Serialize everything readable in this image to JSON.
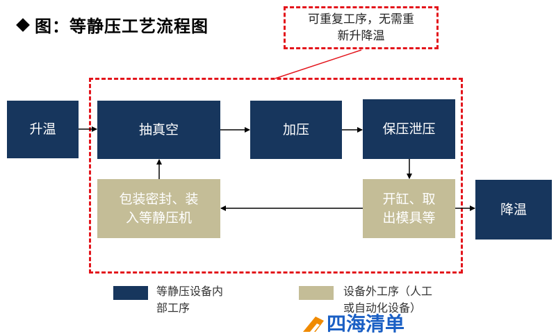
{
  "title": "图：等静压工艺流程图",
  "title_icon": "diamond-bullet-icon",
  "callout": {
    "text_line1": "可重复工序，无需重",
    "text_line2": "新升降温"
  },
  "nodes": {
    "heat_up": "升温",
    "vacuum": "抽真空",
    "pressurize": "加压",
    "hold_release": "保压泄压",
    "pack_seal_line1": "包装密封、装",
    "pack_seal_line2": "入等静压机",
    "open_remove_line1": "开缸、取",
    "open_remove_line2": "出模具等",
    "cool_down": "降温"
  },
  "legend": {
    "internal_line1": "等静压设备内",
    "internal_line2": "部工序",
    "external_line1": "设备外工序（人工",
    "external_line2": "或自动化设备）"
  },
  "watermark": "四海清单",
  "colors": {
    "dark_box": "#17365d",
    "tan_box": "#c4bd97",
    "dashed_red": "#e3141b",
    "watermark_orange": "#f08a00",
    "watermark_blue": "#1a5fc4"
  }
}
